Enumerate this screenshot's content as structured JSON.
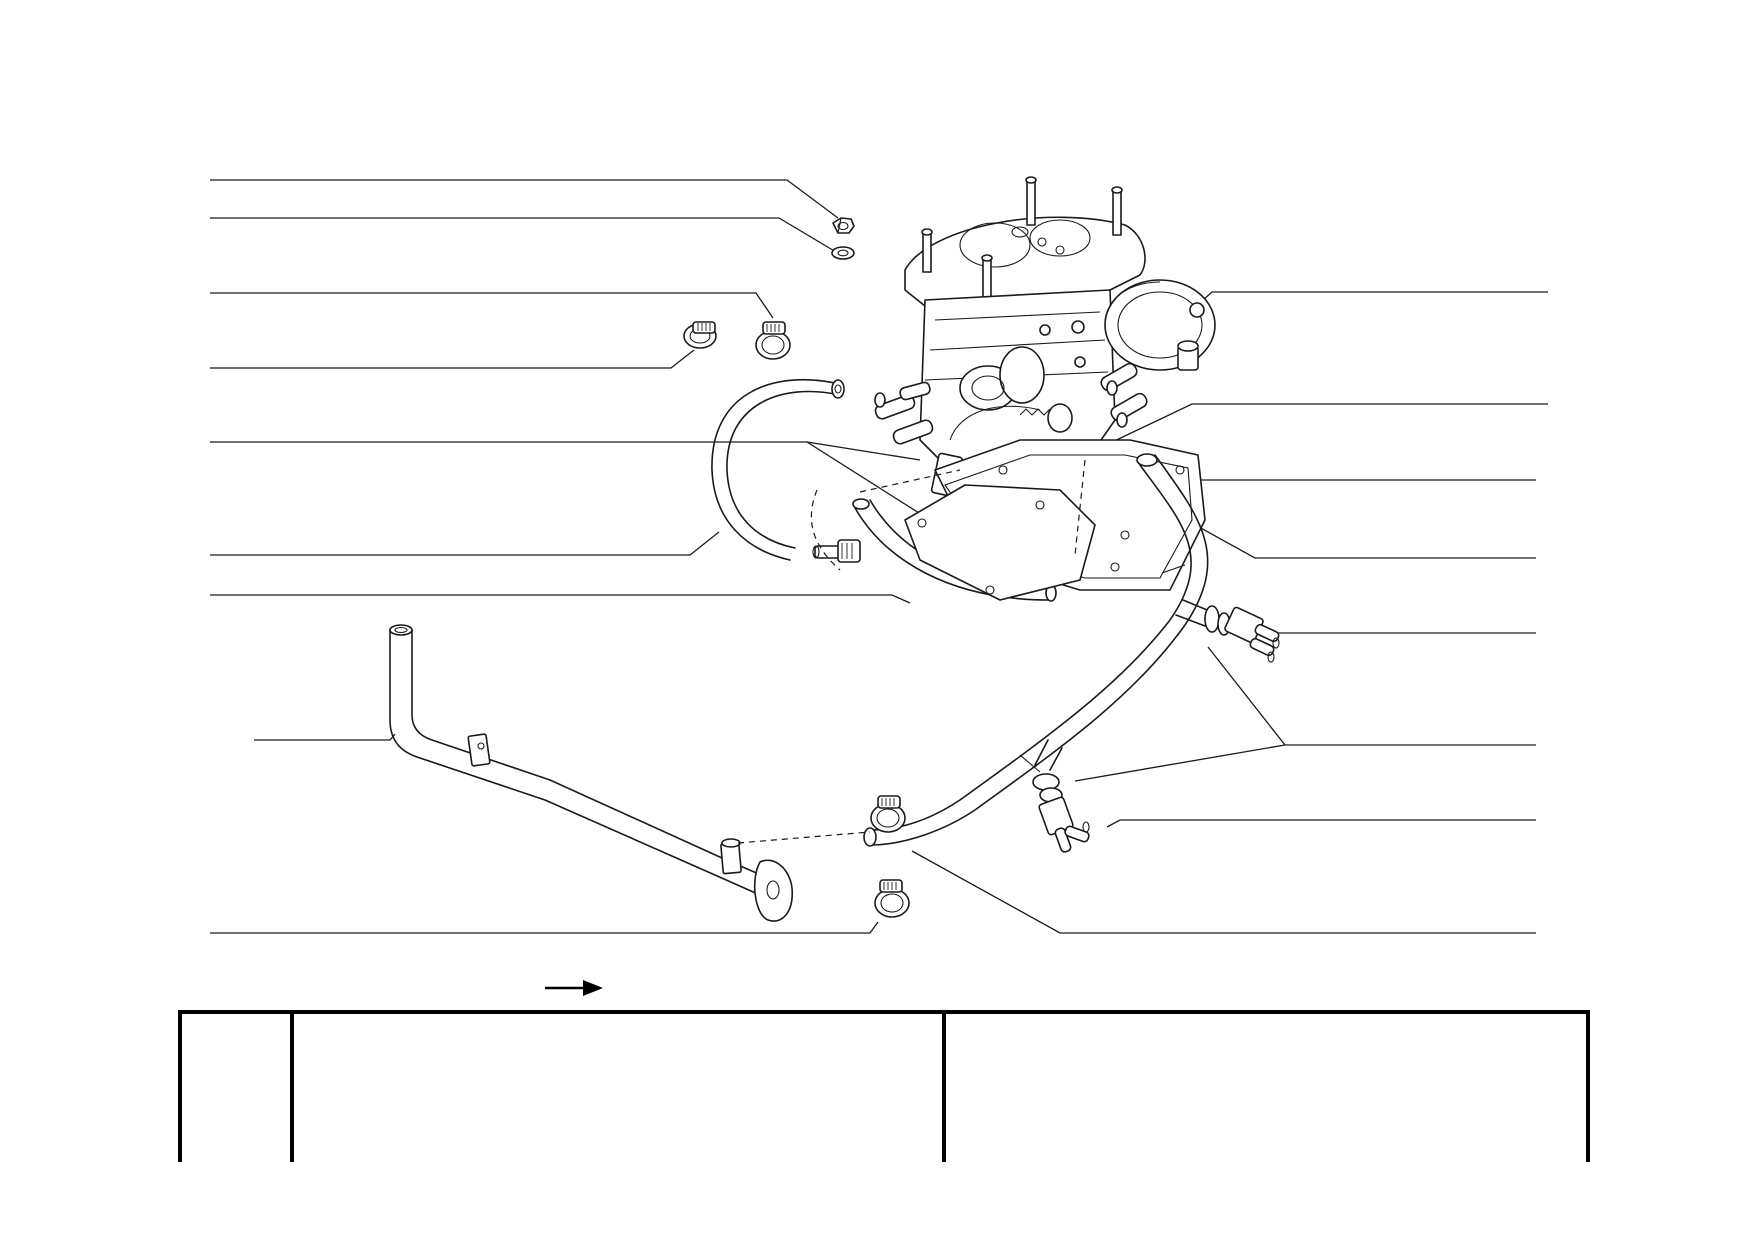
{
  "diagram": {
    "part_labels": [],
    "parts": [
      "nut",
      "washer",
      "hose-clamp",
      "hose-clamp",
      "hose",
      "hose",
      "pipe",
      "hose-clamp",
      "carburettor",
      "vacuum-capsule",
      "gasket",
      "spacer-plate",
      "sensor",
      "t-hose",
      "sensor",
      "hose-clamp",
      "coupling"
    ],
    "arrow_icon": "right-arrow-icon",
    "line_color": "#1a1a1a"
  },
  "title_block": {
    "cells": [
      "",
      "",
      ""
    ]
  }
}
